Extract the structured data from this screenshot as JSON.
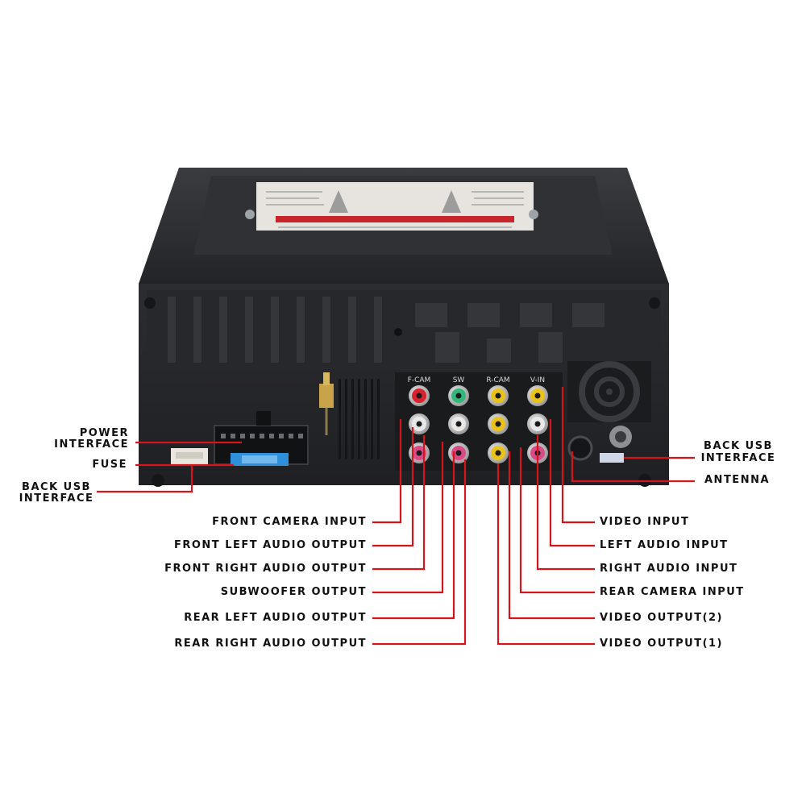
{
  "port_labels": {
    "top_row": [
      "F-CAM",
      "SW",
      "R-CAM",
      "V-IN"
    ]
  },
  "callouts": {
    "left_side": {
      "power": [
        "POWER",
        "INTERFACE"
      ],
      "fuse": "FUSE",
      "back_usb": [
        "BACK USB",
        "INTERFACE"
      ]
    },
    "right_side": {
      "back_usb": [
        "BACK USB",
        "INTERFACE"
      ],
      "antenna": "ANTENNA"
    },
    "bottom_left": [
      "FRONT CAMERA INPUT",
      "FRONT LEFT AUDIO OUTPUT",
      "FRONT RIGHT AUDIO OUTPUT",
      "SUBWOOFER OUTPUT",
      "REAR LEFT AUDIO OUTPUT",
      "REAR RIGHT AUDIO OUTPUT"
    ],
    "bottom_right": [
      "VIDEO INPUT",
      "LEFT AUDIO INPUT",
      "RIGHT AUDIO INPUT",
      "REAR CAMERA INPUT",
      "VIDEO OUTPUT(2)",
      "VIDEO OUTPUT(1)"
    ]
  },
  "colors": {
    "leader": "#d5141b",
    "rca_red": "#d8232f",
    "rca_yellow": "#e9c21c",
    "rca_green": "#31b87a",
    "rca_pink": "#d94a88",
    "rca_white": "#e8e8e8",
    "unit_body": "#2a2b2e"
  }
}
